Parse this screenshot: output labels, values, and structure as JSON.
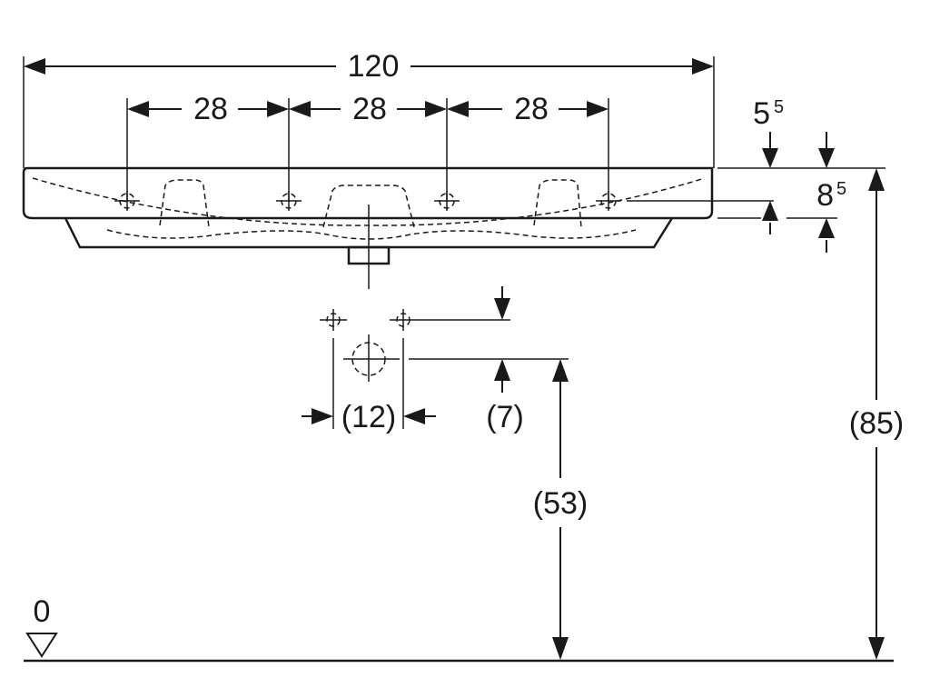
{
  "dimensions": {
    "overall_width": "120",
    "hole_spacing_1": "28",
    "hole_spacing_2": "28",
    "hole_spacing_3": "28",
    "top_offset_main": "5",
    "top_offset_sup": "5",
    "rim_height_main": "8",
    "rim_height_sup": "5",
    "fixing_spacing": "(12)",
    "fixing_height": "(7)",
    "waste_height": "(53)",
    "rim_to_floor": "(85)",
    "floor_level": "0"
  }
}
